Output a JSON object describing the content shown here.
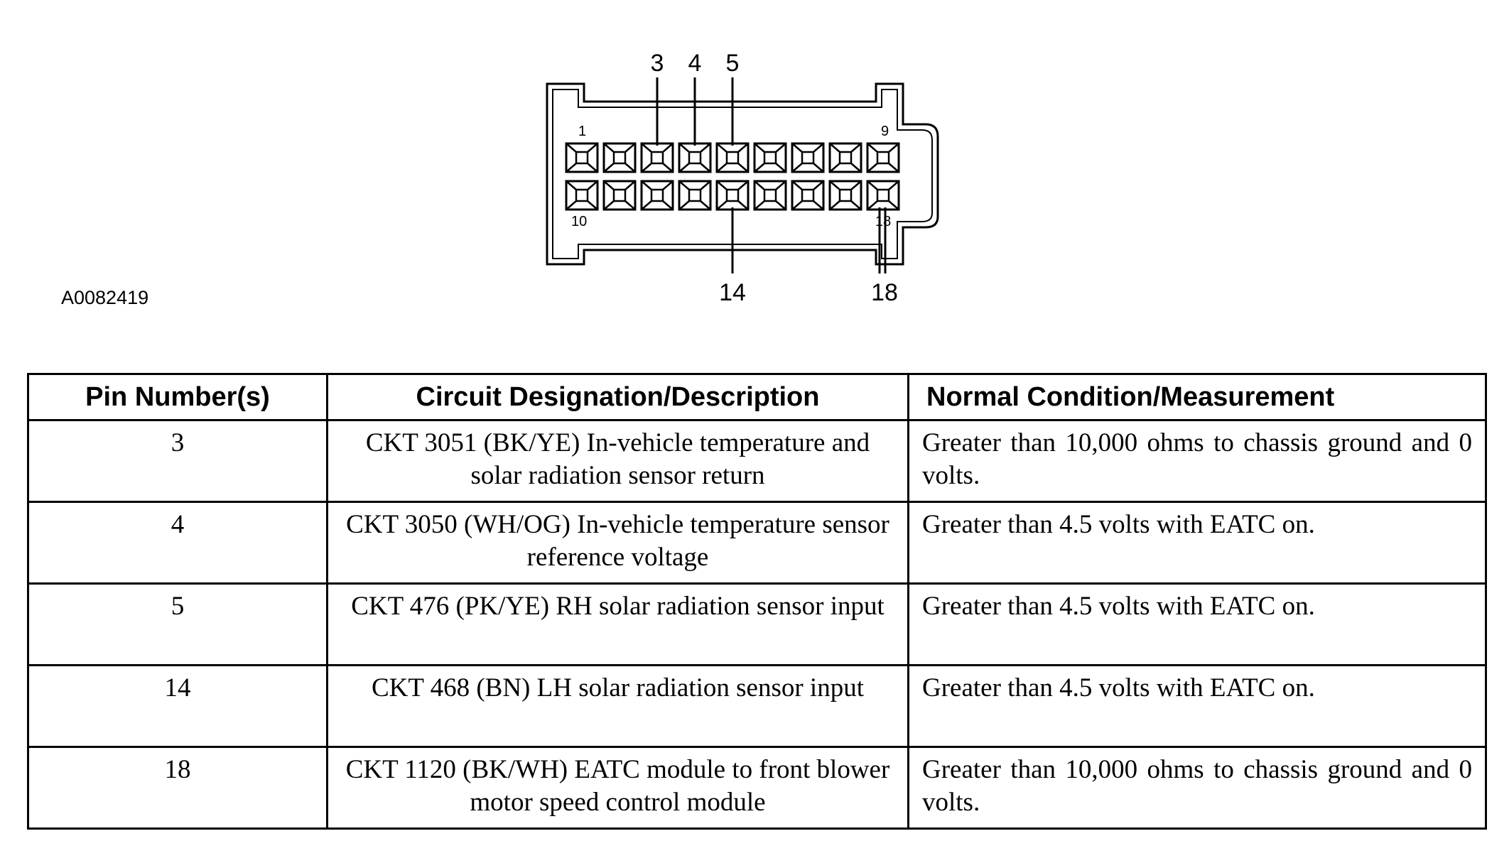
{
  "figure": {
    "id_label": "A0082419",
    "callouts_top": [
      "3",
      "4",
      "5"
    ],
    "callouts_bottom": [
      "14",
      "18"
    ],
    "corner_labels": {
      "top_left": "1",
      "top_right": "9",
      "bottom_left": "10",
      "bottom_right": "18"
    }
  },
  "table": {
    "headers": [
      "Pin Number(s)",
      "Circuit Designation/Description",
      "Normal Condition/Measurement"
    ],
    "rows": [
      {
        "pin": "3",
        "description": "CKT 3051 (BK/YE) In-vehicle temperature and solar radiation sensor return",
        "measurement": "Greater than 10,000 ohms to chassis ground and 0 volts."
      },
      {
        "pin": "4",
        "description": "CKT 3050 (WH/OG) In-vehicle temperature sensor reference voltage",
        "measurement": "Greater than 4.5 volts with EATC on."
      },
      {
        "pin": "5",
        "description": "CKT 476 (PK/YE) RH solar radiation sensor input",
        "measurement": "Greater than 4.5 volts with EATC on."
      },
      {
        "pin": "14",
        "description": "CKT 468 (BN) LH solar radiation sensor input",
        "measurement": "Greater than 4.5 volts with EATC on."
      },
      {
        "pin": "18",
        "description": "CKT 1120 (BK/WH) EATC module to front blower motor speed control module",
        "measurement": "Greater than 10,000 ohms to chassis ground and 0 volts."
      }
    ]
  }
}
